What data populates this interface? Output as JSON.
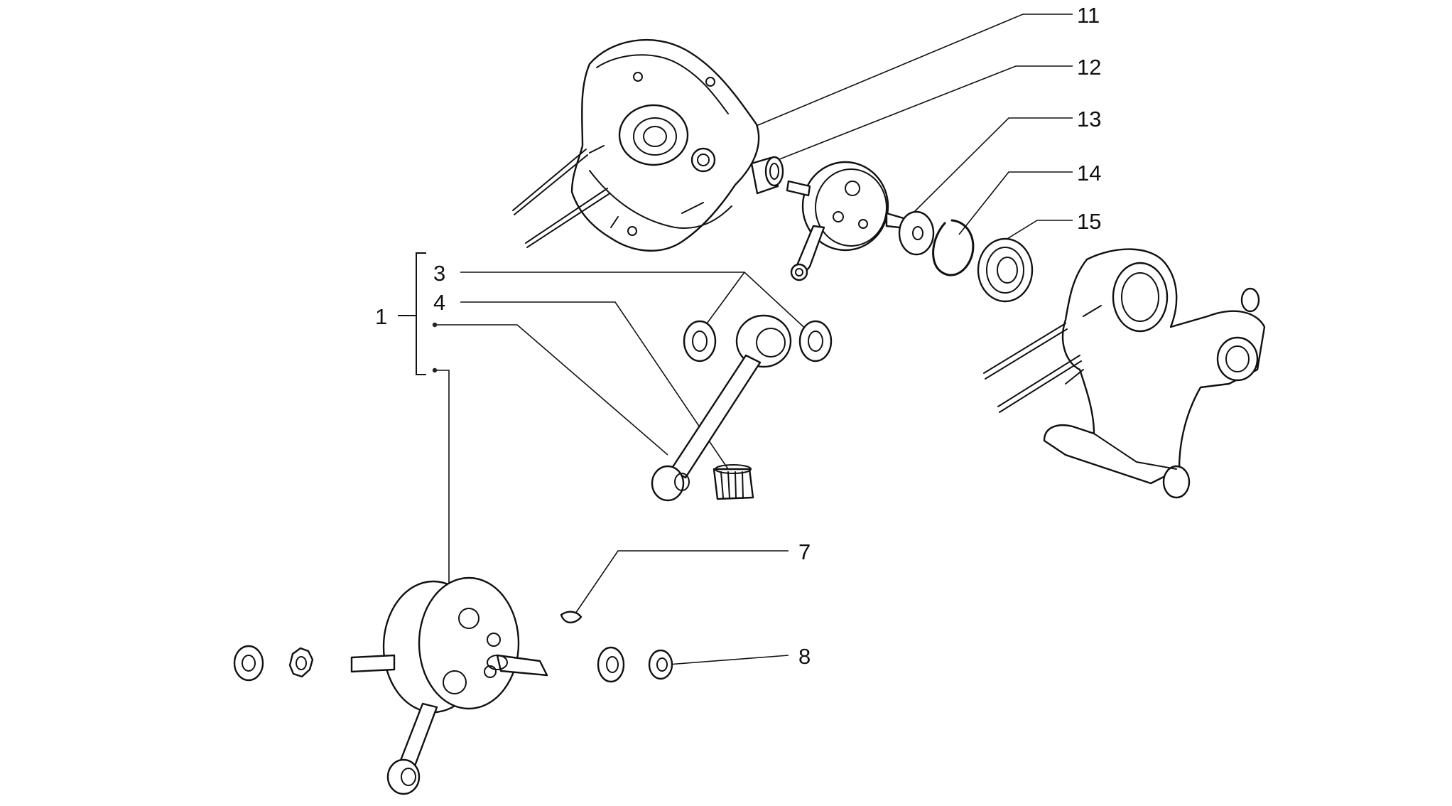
{
  "callouts": [
    {
      "id": "1",
      "text": "1"
    },
    {
      "id": "3",
      "text": "3"
    },
    {
      "id": "4",
      "text": "4"
    },
    {
      "id": "7",
      "text": "7"
    },
    {
      "id": "8",
      "text": "8"
    },
    {
      "id": "11",
      "text": "11"
    },
    {
      "id": "12",
      "text": "12"
    },
    {
      "id": "13",
      "text": "13"
    },
    {
      "id": "14",
      "text": "14"
    },
    {
      "id": "15",
      "text": "15"
    }
  ]
}
